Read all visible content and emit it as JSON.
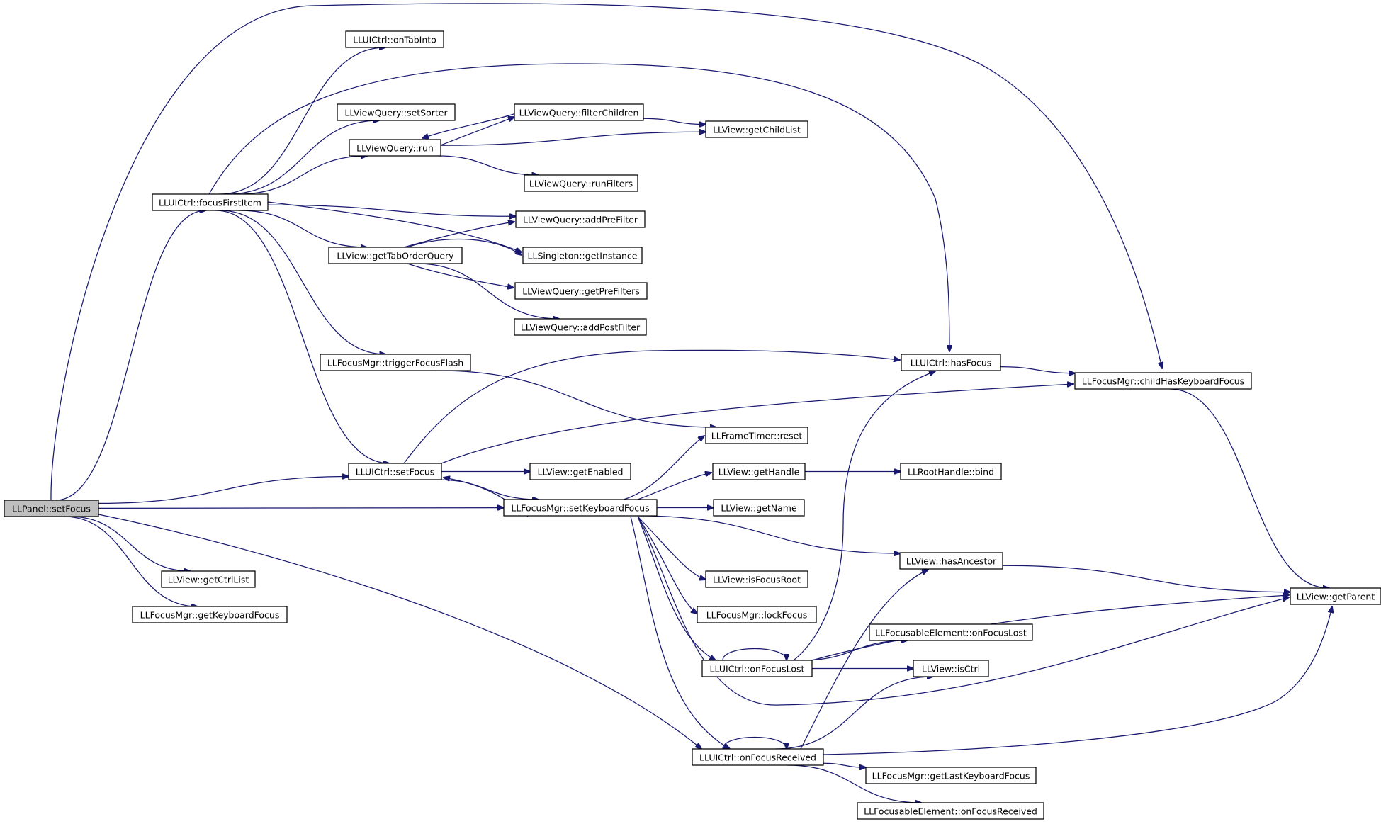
{
  "graph": {
    "root": "n_setfocus_panel",
    "nodes": [
      {
        "id": "n_setfocus_panel",
        "label": "LLPanel::setFocus",
        "root": true
      },
      {
        "id": "n_ontabinto",
        "label": "LLUICtrl::onTabInto"
      },
      {
        "id": "n_setsorter",
        "label": "LLViewQuery::setSorter"
      },
      {
        "id": "n_filterchildren",
        "label": "LLViewQuery::filterChildren"
      },
      {
        "id": "n_getchildlist",
        "label": "LLView::getChildList"
      },
      {
        "id": "n_run",
        "label": "LLViewQuery::run"
      },
      {
        "id": "n_runfilters",
        "label": "LLViewQuery::runFilters"
      },
      {
        "id": "n_focusfirstitem",
        "label": "LLUICtrl::focusFirstItem"
      },
      {
        "id": "n_addprefilter",
        "label": "LLViewQuery::addPreFilter"
      },
      {
        "id": "n_gettaborderquery",
        "label": "LLView::getTabOrderQuery"
      },
      {
        "id": "n_getinstance",
        "label": "LLSingleton::getInstance"
      },
      {
        "id": "n_getprefilters",
        "label": "LLViewQuery::getPreFilters"
      },
      {
        "id": "n_addpostfilter",
        "label": "LLViewQuery::addPostFilter"
      },
      {
        "id": "n_triggerfocusflash",
        "label": "LLFocusMgr::triggerFocusFlash"
      },
      {
        "id": "n_hasfocus",
        "label": "LLUICtrl::hasFocus"
      },
      {
        "id": "n_childhaskeyboardfocus",
        "label": "LLFocusMgr::childHasKeyboardFocus"
      },
      {
        "id": "n_reset",
        "label": "LLFrameTimer::reset"
      },
      {
        "id": "n_setfocus_ctrl",
        "label": "LLUICtrl::setFocus"
      },
      {
        "id": "n_getenabled",
        "label": "LLView::getEnabled"
      },
      {
        "id": "n_gethandle",
        "label": "LLView::getHandle"
      },
      {
        "id": "n_bind",
        "label": "LLRootHandle::bind"
      },
      {
        "id": "n_setkeyboardfocus",
        "label": "LLFocusMgr::setKeyboardFocus"
      },
      {
        "id": "n_getname",
        "label": "LLView::getName"
      },
      {
        "id": "n_hasancestor",
        "label": "LLView::hasAncestor"
      },
      {
        "id": "n_getctrllist",
        "label": "LLView::getCtrlList"
      },
      {
        "id": "n_isfocusroot",
        "label": "LLView::isFocusRoot"
      },
      {
        "id": "n_getparent",
        "label": "LLView::getParent"
      },
      {
        "id": "n_getkeyboardfocus",
        "label": "LLFocusMgr::getKeyboardFocus"
      },
      {
        "id": "n_lockfocus",
        "label": "LLFocusMgr::lockFocus"
      },
      {
        "id": "n_elem_onfocuslost",
        "label": "LLFocusableElement::onFocusLost"
      },
      {
        "id": "n_onfocuslost",
        "label": "LLUICtrl::onFocusLost"
      },
      {
        "id": "n_isctrl",
        "label": "LLView::isCtrl"
      },
      {
        "id": "n_onfocusreceived",
        "label": "LLUICtrl::onFocusReceived"
      },
      {
        "id": "n_getlastkeyboardfocus",
        "label": "LLFocusMgr::getLastKeyboardFocus"
      },
      {
        "id": "n_elem_onfocusreceived",
        "label": "LLFocusableElement::onFocusReceived"
      }
    ],
    "edges": [
      {
        "from": "n_setfocus_panel",
        "to": "n_childhaskeyboardfocus"
      },
      {
        "from": "n_setfocus_panel",
        "to": "n_focusfirstitem"
      },
      {
        "from": "n_setfocus_panel",
        "to": "n_setfocus_ctrl"
      },
      {
        "from": "n_setfocus_panel",
        "to": "n_setkeyboardfocus"
      },
      {
        "from": "n_setfocus_panel",
        "to": "n_getctrllist"
      },
      {
        "from": "n_setfocus_panel",
        "to": "n_getkeyboardfocus"
      },
      {
        "from": "n_setfocus_panel",
        "to": "n_onfocusreceived"
      },
      {
        "from": "n_focusfirstitem",
        "to": "n_ontabinto"
      },
      {
        "from": "n_focusfirstitem",
        "to": "n_hasfocus"
      },
      {
        "from": "n_focusfirstitem",
        "to": "n_setsorter"
      },
      {
        "from": "n_focusfirstitem",
        "to": "n_run"
      },
      {
        "from": "n_focusfirstitem",
        "to": "n_addprefilter"
      },
      {
        "from": "n_focusfirstitem",
        "to": "n_getinstance"
      },
      {
        "from": "n_focusfirstitem",
        "to": "n_gettaborderquery"
      },
      {
        "from": "n_focusfirstitem",
        "to": "n_triggerfocusflash"
      },
      {
        "from": "n_focusfirstitem",
        "to": "n_setfocus_ctrl"
      },
      {
        "from": "n_run",
        "to": "n_filterchildren"
      },
      {
        "from": "n_run",
        "to": "n_getchildlist"
      },
      {
        "from": "n_run",
        "to": "n_runfilters"
      },
      {
        "from": "n_filterchildren",
        "to": "n_run"
      },
      {
        "from": "n_filterchildren",
        "to": "n_getchildlist"
      },
      {
        "from": "n_gettaborderquery",
        "to": "n_addprefilter"
      },
      {
        "from": "n_gettaborderquery",
        "to": "n_getinstance"
      },
      {
        "from": "n_gettaborderquery",
        "to": "n_getprefilters"
      },
      {
        "from": "n_gettaborderquery",
        "to": "n_addpostfilter"
      },
      {
        "from": "n_triggerfocusflash",
        "to": "n_reset"
      },
      {
        "from": "n_setfocus_ctrl",
        "to": "n_hasfocus"
      },
      {
        "from": "n_setfocus_ctrl",
        "to": "n_childhaskeyboardfocus"
      },
      {
        "from": "n_setfocus_ctrl",
        "to": "n_getenabled"
      },
      {
        "from": "n_setfocus_ctrl",
        "to": "n_setkeyboardfocus"
      },
      {
        "from": "n_hasfocus",
        "to": "n_childhaskeyboardfocus"
      },
      {
        "from": "n_childhaskeyboardfocus",
        "to": "n_getparent"
      },
      {
        "from": "n_setkeyboardfocus",
        "to": "n_setfocus_ctrl"
      },
      {
        "from": "n_setkeyboardfocus",
        "to": "n_reset"
      },
      {
        "from": "n_setkeyboardfocus",
        "to": "n_gethandle"
      },
      {
        "from": "n_setkeyboardfocus",
        "to": "n_getname"
      },
      {
        "from": "n_setkeyboardfocus",
        "to": "n_hasancestor"
      },
      {
        "from": "n_setkeyboardfocus",
        "to": "n_isfocusroot"
      },
      {
        "from": "n_setkeyboardfocus",
        "to": "n_lockfocus"
      },
      {
        "from": "n_setkeyboardfocus",
        "to": "n_onfocuslost"
      },
      {
        "from": "n_setkeyboardfocus",
        "to": "n_onfocusreceived"
      },
      {
        "from": "n_setkeyboardfocus",
        "to": "n_getparent"
      },
      {
        "from": "n_gethandle",
        "to": "n_bind"
      },
      {
        "from": "n_hasancestor",
        "to": "n_getparent"
      },
      {
        "from": "n_onfocuslost",
        "to": "n_onfocuslost"
      },
      {
        "from": "n_onfocuslost",
        "to": "n_hasfocus"
      },
      {
        "from": "n_onfocuslost",
        "to": "n_getparent"
      },
      {
        "from": "n_onfocuslost",
        "to": "n_elem_onfocuslost"
      },
      {
        "from": "n_onfocuslost",
        "to": "n_isctrl"
      },
      {
        "from": "n_onfocusreceived",
        "to": "n_onfocusreceived"
      },
      {
        "from": "n_onfocusreceived",
        "to": "n_hasancestor"
      },
      {
        "from": "n_onfocusreceived",
        "to": "n_isctrl"
      },
      {
        "from": "n_onfocusreceived",
        "to": "n_getparent"
      },
      {
        "from": "n_onfocusreceived",
        "to": "n_getlastkeyboardfocus"
      },
      {
        "from": "n_onfocusreceived",
        "to": "n_elem_onfocusreceived"
      }
    ]
  }
}
